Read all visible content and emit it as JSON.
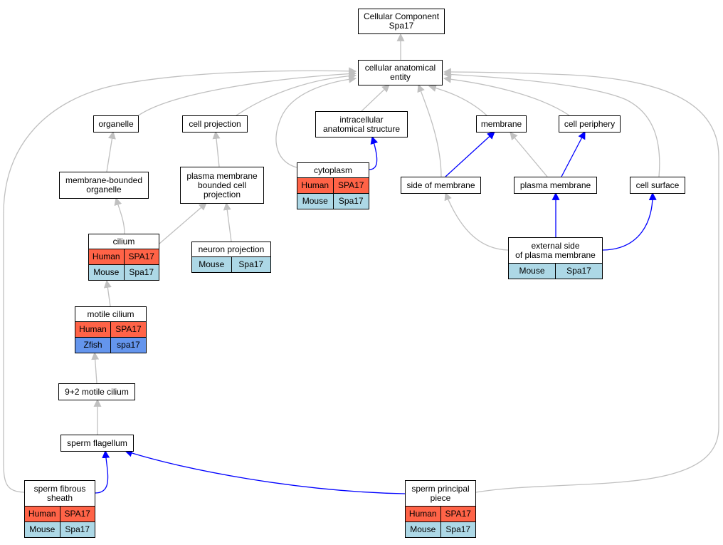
{
  "colors": {
    "is_a_edge": "#c0c0c0",
    "part_of_edge": "#0000ff",
    "human": "#ff6347",
    "mouse": "#add8e6",
    "zfish": "#6495ed"
  },
  "nodes": {
    "root": {
      "label": "Cellular Component\nSpa17",
      "rows": []
    },
    "cae": {
      "label": "cellular anatomical\nentity",
      "rows": []
    },
    "organelle": {
      "label": "organelle",
      "rows": []
    },
    "cellproj": {
      "label": "cell projection",
      "rows": []
    },
    "ias": {
      "label": "intracellular\nanatomical structure",
      "rows": []
    },
    "membrane": {
      "label": "membrane",
      "rows": []
    },
    "cellper": {
      "label": "cell periphery",
      "rows": []
    },
    "mbo": {
      "label": "membrane-bounded\norganelle",
      "rows": []
    },
    "pmbcp": {
      "label": "plasma membrane\nbounded cell\nprojection",
      "rows": []
    },
    "cytoplasm": {
      "label": "cytoplasm",
      "rows": [
        {
          "species": "Human",
          "gene": "SPA17"
        },
        {
          "species": "Mouse",
          "gene": "Spa17"
        }
      ]
    },
    "som": {
      "label": "side of membrane",
      "rows": []
    },
    "pm": {
      "label": "plasma membrane",
      "rows": []
    },
    "cellsurf": {
      "label": "cell surface",
      "rows": []
    },
    "cilium": {
      "label": "cilium",
      "rows": [
        {
          "species": "Human",
          "gene": "SPA17"
        },
        {
          "species": "Mouse",
          "gene": "Spa17"
        }
      ]
    },
    "neuronproj": {
      "label": "neuron projection",
      "rows": [
        {
          "species": "Mouse",
          "gene": "Spa17"
        }
      ]
    },
    "espm": {
      "label": "external side\nof plasma membrane",
      "rows": [
        {
          "species": "Mouse",
          "gene": "Spa17"
        }
      ]
    },
    "motile": {
      "label": "motile cilium",
      "rows": [
        {
          "species": "Human",
          "gene": "SPA17"
        },
        {
          "species": "Zfish",
          "gene": "spa17"
        }
      ]
    },
    "nine2": {
      "label": "9+2 motile cilium",
      "rows": []
    },
    "flagellum": {
      "label": "sperm flagellum",
      "rows": []
    },
    "fibrous": {
      "label": "sperm fibrous\nsheath",
      "rows": [
        {
          "species": "Human",
          "gene": "SPA17"
        },
        {
          "species": "Mouse",
          "gene": "Spa17"
        }
      ]
    },
    "principal": {
      "label": "sperm principal\npiece",
      "rows": [
        {
          "species": "Human",
          "gene": "SPA17"
        },
        {
          "species": "Mouse",
          "gene": "Spa17"
        }
      ]
    }
  },
  "edges": [
    {
      "from": "cae",
      "to": "root",
      "type": "is_a"
    },
    {
      "from": "organelle",
      "to": "cae",
      "type": "is_a"
    },
    {
      "from": "cellproj",
      "to": "cae",
      "type": "is_a"
    },
    {
      "from": "ias",
      "to": "cae",
      "type": "is_a"
    },
    {
      "from": "membrane",
      "to": "cae",
      "type": "is_a"
    },
    {
      "from": "cellper",
      "to": "cae",
      "type": "is_a"
    },
    {
      "from": "cytoplasm",
      "to": "cae",
      "type": "is_a"
    },
    {
      "from": "som",
      "to": "cae",
      "type": "is_a"
    },
    {
      "from": "cellsurf",
      "to": "cae",
      "type": "is_a"
    },
    {
      "from": "fibrous",
      "to": "cae",
      "type": "is_a"
    },
    {
      "from": "principal",
      "to": "cae",
      "type": "is_a"
    },
    {
      "from": "mbo",
      "to": "organelle",
      "type": "is_a"
    },
    {
      "from": "pmbcp",
      "to": "cellproj",
      "type": "is_a"
    },
    {
      "from": "cytoplasm",
      "to": "ias",
      "type": "part_of"
    },
    {
      "from": "som",
      "to": "membrane",
      "type": "part_of"
    },
    {
      "from": "pm",
      "to": "membrane",
      "type": "is_a"
    },
    {
      "from": "pm",
      "to": "cellper",
      "type": "part_of"
    },
    {
      "from": "cilium",
      "to": "mbo",
      "type": "is_a"
    },
    {
      "from": "cilium",
      "to": "pmbcp",
      "type": "is_a"
    },
    {
      "from": "neuronproj",
      "to": "pmbcp",
      "type": "is_a"
    },
    {
      "from": "espm",
      "to": "som",
      "type": "is_a"
    },
    {
      "from": "espm",
      "to": "pm",
      "type": "part_of"
    },
    {
      "from": "espm",
      "to": "cellsurf",
      "type": "part_of"
    },
    {
      "from": "motile",
      "to": "cilium",
      "type": "is_a"
    },
    {
      "from": "nine2",
      "to": "motile",
      "type": "is_a"
    },
    {
      "from": "flagellum",
      "to": "nine2",
      "type": "is_a"
    },
    {
      "from": "fibrous",
      "to": "flagellum",
      "type": "part_of"
    },
    {
      "from": "principal",
      "to": "flagellum",
      "type": "part_of"
    }
  ]
}
